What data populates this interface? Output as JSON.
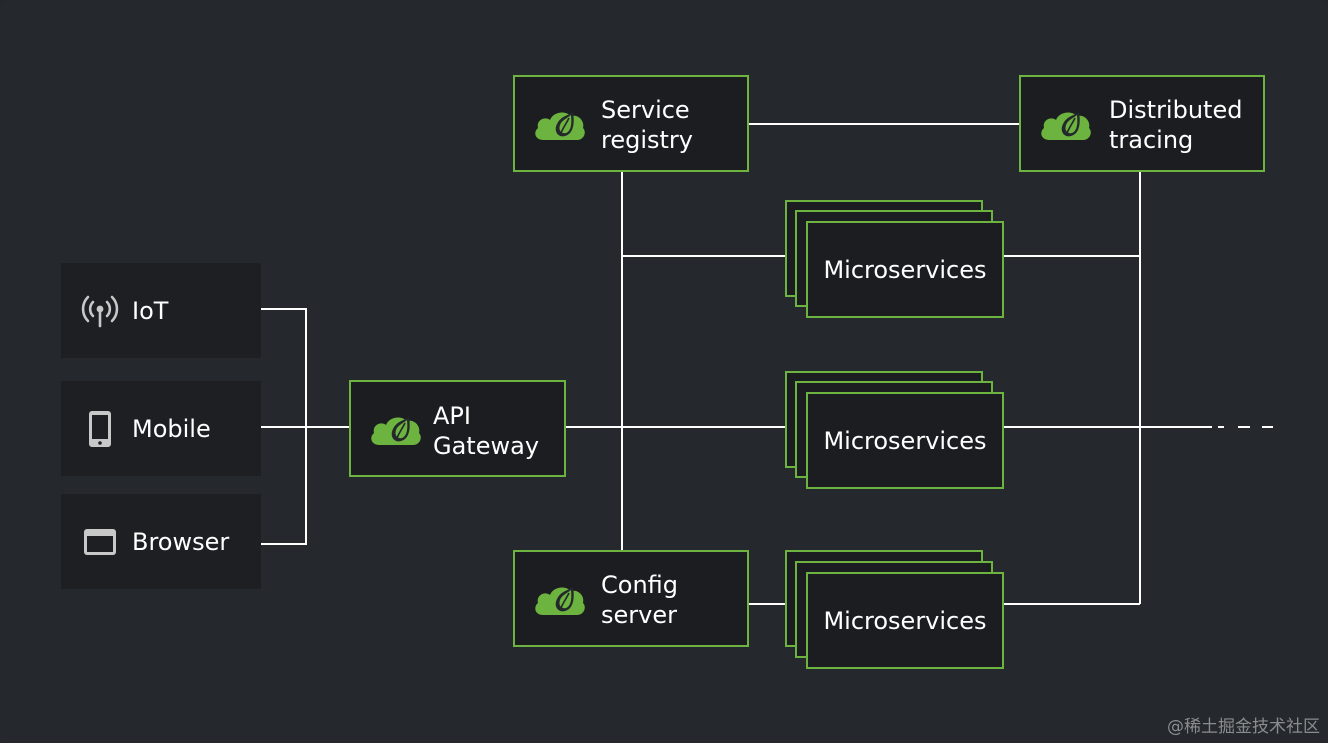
{
  "clients": [
    {
      "label": "IoT",
      "icon": "antenna-icon"
    },
    {
      "label": "Mobile",
      "icon": "mobile-phone-icon"
    },
    {
      "label": "Browser",
      "icon": "browser-window-icon"
    }
  ],
  "gateway": {
    "line1": "API",
    "line2": "Gateway",
    "icon": "spring-leaf-icon"
  },
  "service_registry": {
    "line1": "Service",
    "line2": "registry",
    "icon": "spring-leaf-icon"
  },
  "config_server": {
    "line1": "Config",
    "line2": "server",
    "icon": "spring-leaf-icon"
  },
  "distributed_tracing": {
    "line1": "Distributed",
    "line2": "tracing",
    "icon": "spring-leaf-icon"
  },
  "microservices": [
    {
      "label": "Microservices"
    },
    {
      "label": "Microservices"
    },
    {
      "label": "Microservices"
    }
  ],
  "watermark": "@稀土掘金技术社区",
  "colors": {
    "background": "#25282c",
    "box": "#1b1d20",
    "accent_green": "#6db33f",
    "line": "#ffffff",
    "icon_gray": "#c8c8c8"
  }
}
